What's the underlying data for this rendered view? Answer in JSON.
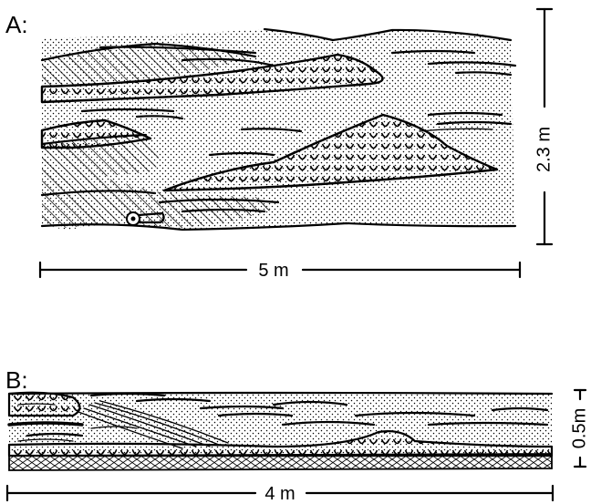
{
  "panels": [
    {
      "label": "A:",
      "horizontal_scale": "5 m",
      "vertical_scale": "2.3 m"
    },
    {
      "label": "B:",
      "horizontal_scale": "4 m",
      "vertical_scale": "0.5m"
    }
  ]
}
